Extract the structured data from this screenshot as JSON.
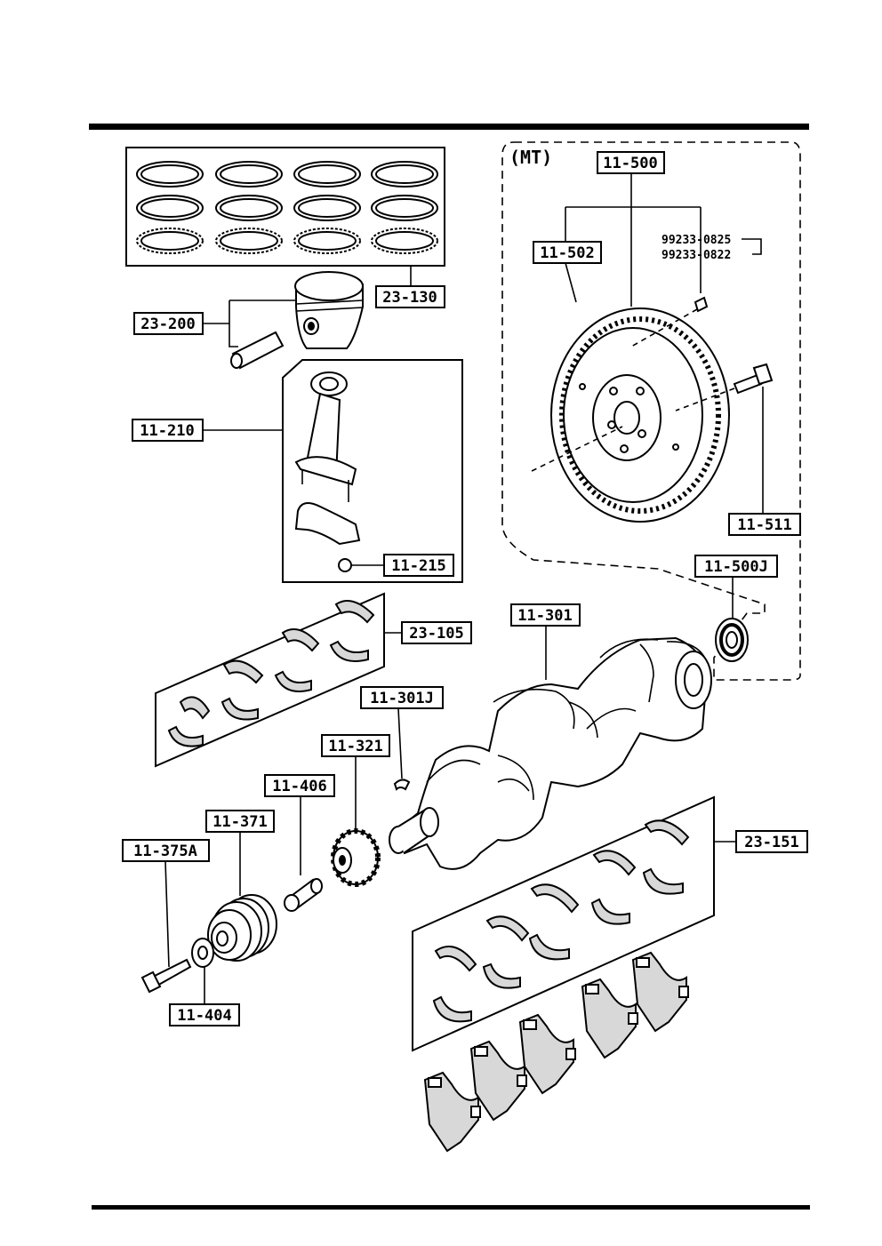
{
  "labels": {
    "l23_130": "23-130",
    "l23_200": "23-200",
    "l11_210": "11-210",
    "l11_215": "11-215",
    "l23_105": "23-105",
    "l11_500": "11-500",
    "l11_502": "11-502",
    "l11_511": "11-511",
    "l11_500j": "11-500J",
    "l11_301": "11-301",
    "l11_301j": "11-301J",
    "l11_321": "11-321",
    "l11_406": "11-406",
    "l11_371": "11-371",
    "l11_375a": "11-375A",
    "l11_404": "11-404",
    "l23_151": "23-151"
  },
  "mt_label": "(MT)",
  "bolt_part_a": "99233-0825",
  "bolt_part_b": "99233-0822"
}
